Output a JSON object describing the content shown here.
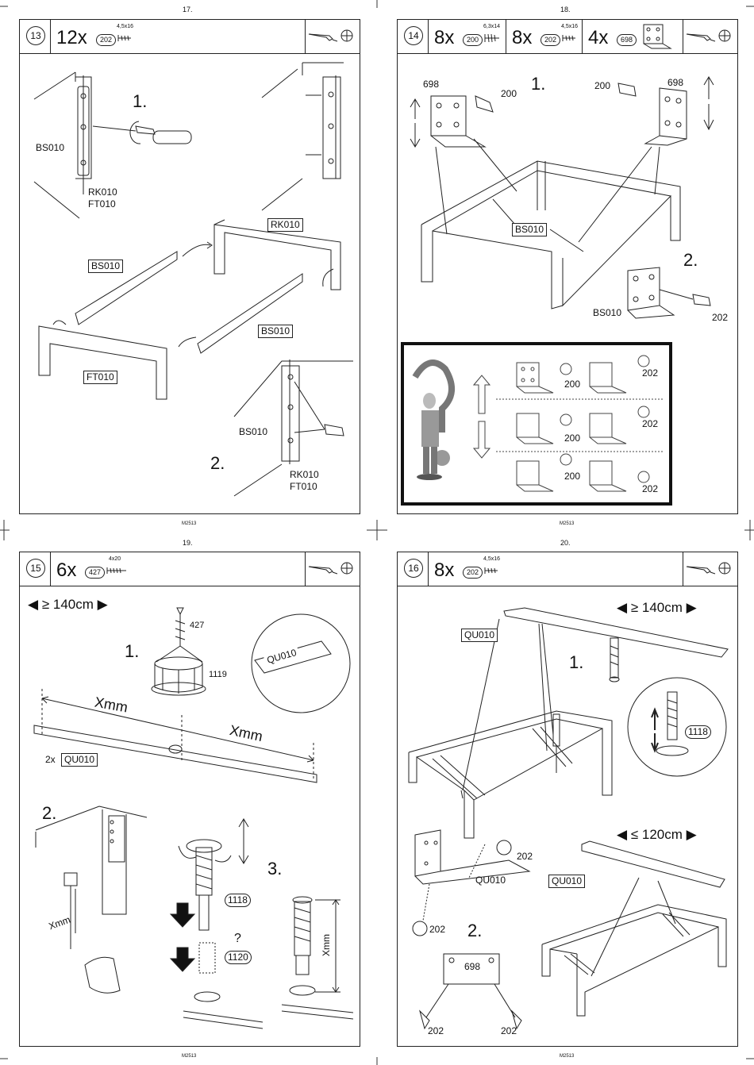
{
  "pages": [
    {
      "page": "17.",
      "step": "13",
      "footer": "M2513",
      "items": [
        {
          "qty": "12x",
          "code": "202",
          "size": "4,5x16"
        }
      ],
      "labels": {
        "bs_top": "BS010",
        "rk_ft_top": "RK010\nFT010",
        "rk_box": "RK010",
        "bs_box_left": "BS010",
        "bs_box_right": "BS010",
        "ft_box": "FT010",
        "bs_bottom": "BS010",
        "rk_ft_bottom": "RK010\nFT010"
      },
      "steps": [
        "1.",
        "2."
      ]
    },
    {
      "page": "18.",
      "step": "14",
      "footer": "M2513",
      "items": [
        {
          "qty": "8x",
          "code": "200",
          "size": "6,3x14"
        },
        {
          "qty": "8x",
          "code": "202",
          "size": "4,5x16"
        },
        {
          "qty": "4x",
          "code": "698",
          "size": ""
        }
      ],
      "labels": {
        "n698_left": "698",
        "n200_left": "200",
        "n200_right": "200",
        "n698_right": "698",
        "bs_box": "BS010",
        "bs_lower": "BS010",
        "n202": "202",
        "inset_200a": "200",
        "inset_202a": "202",
        "inset_200b": "200",
        "inset_202b": "202",
        "inset_200c": "200",
        "inset_202c": "202"
      },
      "steps": [
        "1.",
        "2."
      ]
    },
    {
      "page": "19.",
      "step": "15",
      "footer": "M2513",
      "items": [
        {
          "qty": "6x",
          "code": "427",
          "size": "4x20"
        }
      ],
      "labels": {
        "width": "≥ 140cm",
        "n427": "427",
        "n1119": "1119",
        "qu_circle": "QU010",
        "xmm_left": "Xmm",
        "xmm_right": "Xmm",
        "qu_count": "2x",
        "qu_box": "QU010",
        "xmm_side": "Xmm",
        "n1118": "1118",
        "question": "?",
        "n1120": "1120",
        "xmm_vert": "Xmm"
      },
      "steps": [
        "1.",
        "2.",
        "3."
      ]
    },
    {
      "page": "20.",
      "step": "16",
      "footer": "M2513",
      "items": [
        {
          "qty": "8x",
          "code": "202",
          "size": "4,5x16"
        }
      ],
      "labels": {
        "width_top": "≥ 140cm",
        "qu_top": "QU010",
        "n1118": "1118",
        "n202_a": "202",
        "qu_mid": "QU010",
        "n202_b": "202",
        "n698": "698",
        "n202_c": "202",
        "n202_d": "202",
        "width_bottom": "≤ 120cm",
        "qu_bottom": "QU010"
      },
      "steps": [
        "1.",
        "2."
      ]
    }
  ]
}
